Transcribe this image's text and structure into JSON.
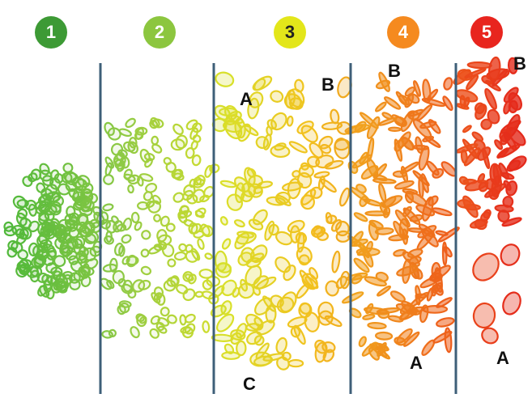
{
  "colors": {
    "g1": "#3d9a35",
    "g2": "#8cc63f",
    "g3": "#e3e61a",
    "g4": "#f58a1f",
    "g5": "#e8251e",
    "divider": "#3e5f78",
    "badge3_text": "#222222"
  },
  "grades": [
    {
      "number": "1"
    },
    {
      "number": "2"
    },
    {
      "number": "3"
    },
    {
      "number": "4"
    },
    {
      "number": "5"
    }
  ],
  "labels": {
    "g3_a": "A",
    "g3_b": "B",
    "g3_c": "C",
    "g4_b": "B",
    "g4_a": "A",
    "g5_b": "B",
    "g5_a": "A"
  }
}
